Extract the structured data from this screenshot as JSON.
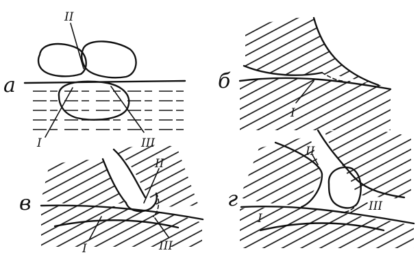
{
  "panels": [
    {
      "letter": "а",
      "labels": [
        "II",
        "I",
        "III"
      ]
    },
    {
      "letter": "б",
      "labels": [
        "I"
      ]
    },
    {
      "letter": "в",
      "labels": [
        "II",
        "I",
        "III"
      ]
    },
    {
      "letter": "г",
      "labels": [
        "II",
        "I",
        "III"
      ]
    }
  ]
}
